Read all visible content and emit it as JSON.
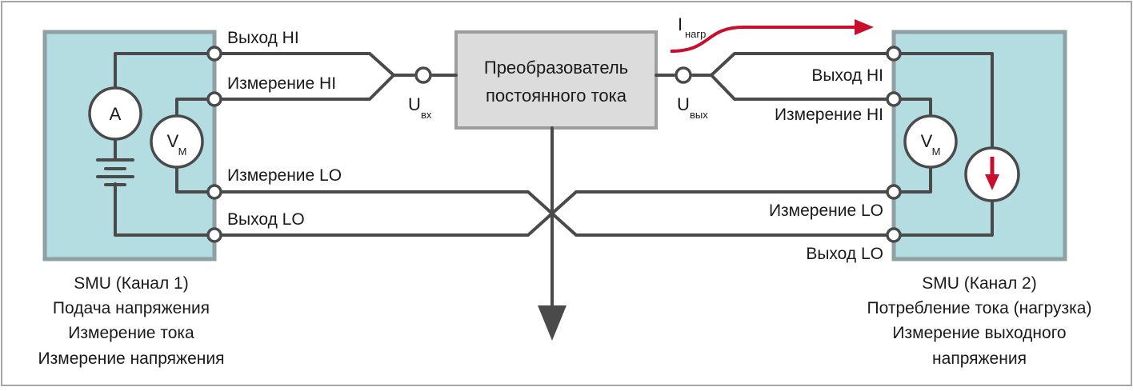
{
  "smu1": {
    "caption": [
      "SMU (Канал 1)",
      "Подача напряжения",
      "Измерение тока",
      "Измерение напряжения"
    ],
    "out_hi": "Выход HI",
    "sense_hi": "Измерение HI",
    "sense_lo": "Измерение LO",
    "out_lo": "Выход LO",
    "ammeter": "A",
    "voltmeter_main": "V",
    "voltmeter_sub": "M"
  },
  "smu2": {
    "caption": [
      "SMU (Канал 2)",
      "Потребление тока (нагрузка)",
      "Измерение выходного",
      "напряжения"
    ],
    "out_hi": "Выход HI",
    "sense_hi": "Измерение HI",
    "sense_lo": "Измерение LO",
    "out_lo": "Выход LO",
    "voltmeter_main": "V",
    "voltmeter_sub": "M"
  },
  "converter": {
    "line1": "Преобразователь",
    "line2": "постоянного тока"
  },
  "u_in": {
    "main": "U",
    "sub": "вх"
  },
  "u_out": {
    "main": "U",
    "sub": "вых"
  },
  "i_load": {
    "main": "I",
    "sub": "нагр"
  },
  "colors": {
    "smu_fill": "#b4dde1",
    "wire": "#4a4a4a",
    "current_arrow": "#c8102e"
  }
}
